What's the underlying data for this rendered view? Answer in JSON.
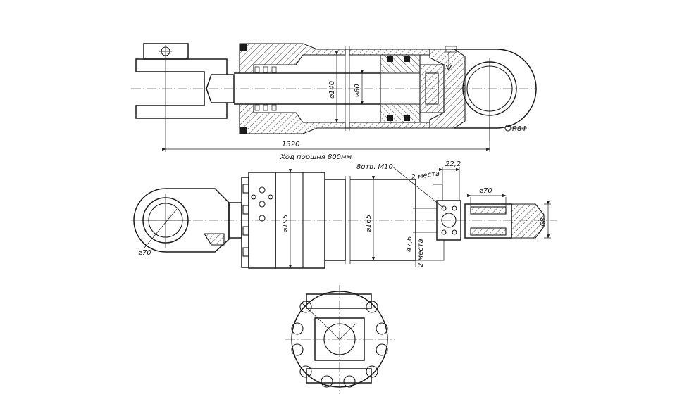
{
  "drawing": {
    "top_view": {
      "dim_rod_diameter": "⌀140",
      "dim_bore_diameter": "⌀80",
      "dim_eye_radius": "R84",
      "dim_total_length": "1320",
      "dim_stroke": "Ход поршня 800мм"
    },
    "side_view": {
      "dim_holes": "8отв. М10",
      "dim_hole_offset": "22,2",
      "dim_places_1": "2 места",
      "dim_eye_bore": "⌀70",
      "dim_eye_width": "68",
      "dim_cylinder_dia": "⌀195",
      "dim_tube_dia": "⌀165",
      "dim_hole_spacing": "47,6",
      "dim_places_2": "2 места",
      "dim_pin_dia": "⌀70"
    }
  }
}
